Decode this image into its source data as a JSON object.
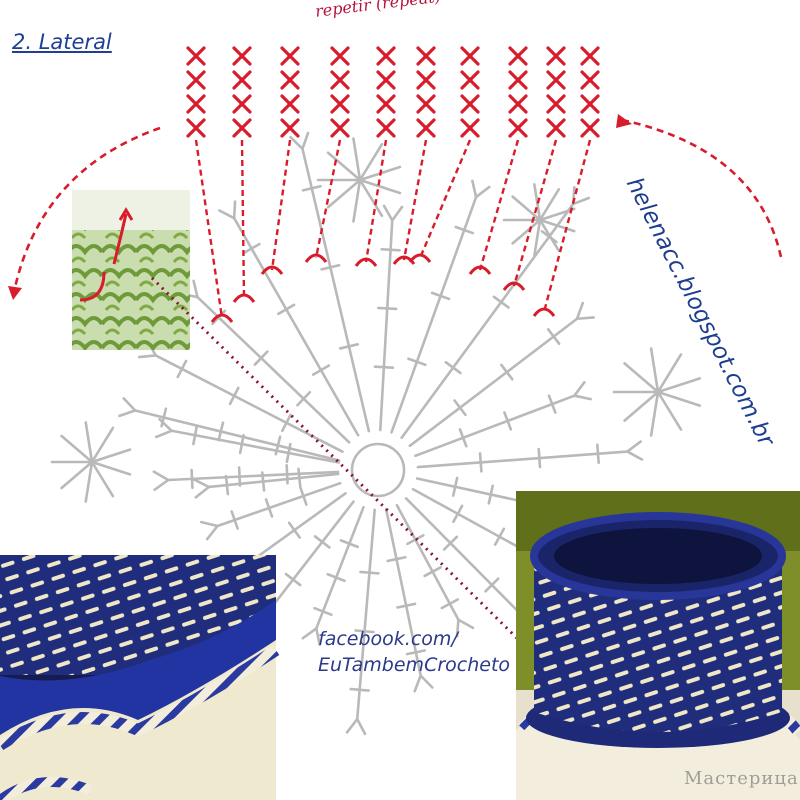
{
  "diagram": {
    "title": "2. Lateral",
    "repeat_label": "repetir (repeat)",
    "blog_url": "helenacc.blogspot.com.br",
    "facebook_line1": "facebook.com/",
    "facebook_line2": "EuTambemCrocheto",
    "watermark": "Мастерица"
  },
  "colors": {
    "stitch_gray": "#b9b9b9",
    "marker_red": "#d81c2c",
    "title_blue": "#1f3f93",
    "photo_navy": "#1e2a78",
    "photo_cream": "#efe9cf",
    "inset_green": "#6f9a3a"
  }
}
